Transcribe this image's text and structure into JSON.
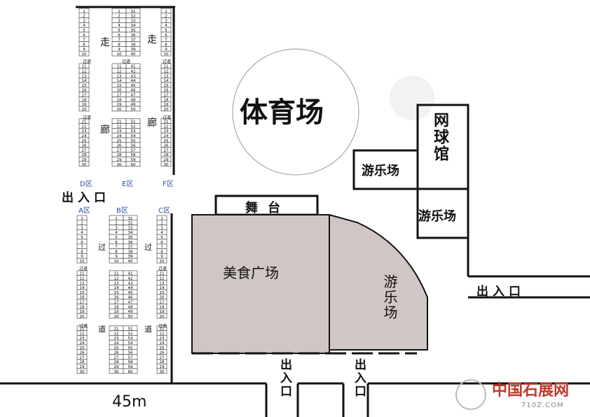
{
  "stadium": "体育场",
  "tennis_hall": "网球馆",
  "play_area_small": "游乐场",
  "play_area_large": "游乐场",
  "stage": "舞台",
  "food_plaza": "美食广场",
  "entrance_label": "出入口",
  "scale_label": "45m",
  "watermark": {
    "name": "中国石展网",
    "url": "710Z.COM"
  },
  "zones": [
    "D区",
    "E区",
    "F区",
    "A区",
    "B区",
    "C区"
  ],
  "walkway_labels": {
    "corridor": [
      "走",
      "廊"
    ],
    "passage": [
      "过",
      "道"
    ]
  },
  "passage_marker": "过道",
  "stall_numbers_left": [
    "1",
    "2",
    "3",
    "4",
    "5",
    "6",
    "7",
    "8",
    "9",
    "10",
    "11",
    "12",
    "13",
    "14",
    "15",
    "16",
    "17",
    "18",
    "19",
    "20",
    "21",
    "22",
    "23",
    "24",
    "25",
    "26",
    "27",
    "28",
    "29",
    "30"
  ],
  "stall_numbers_right": [
    "31",
    "32",
    "33",
    "34",
    "35",
    "36",
    "37",
    "38",
    "39",
    "40",
    "41",
    "42",
    "43",
    "44",
    "45",
    "46",
    "47",
    "48",
    "49",
    "50",
    "51",
    "52",
    "53",
    "54",
    "55",
    "56",
    "57",
    "58",
    "59",
    "60"
  ],
  "colors": {
    "plaza_fill": "#d1c6c6",
    "line": "#111111",
    "zone_text": "#2a4fa8",
    "watermark": "#c0392b"
  }
}
